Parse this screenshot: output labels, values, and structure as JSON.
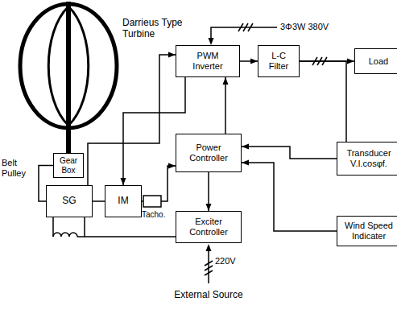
{
  "diagram": {
    "nodes": [
      {
        "text": [
          "Gear Box"
        ]
      },
      {
        "text": [
          "SG"
        ]
      },
      {
        "text": [
          "IM"
        ]
      },
      {
        "text": [
          "PWM Inverter"
        ]
      },
      {
        "text": [
          "L-C Filter"
        ]
      },
      {
        "text": [
          "Load"
        ]
      },
      {
        "text": [
          "Power Controller"
        ]
      },
      {
        "text": [
          "Transducer",
          "V.I.cosφf."
        ]
      },
      {
        "text": [
          "Exciter Controller"
        ]
      },
      {
        "text": [
          "Wind Speed Indicater"
        ]
      }
    ],
    "edges": [
      {
        "from": 0,
        "to": 1,
        "arrow": "none"
      },
      {
        "from": 1,
        "to": 2,
        "arrow": "none"
      },
      {
        "from": 1,
        "to": 3,
        "arrow": "to"
      },
      {
        "from": 3,
        "to": 2,
        "arrow": "to"
      },
      {
        "from": 3,
        "to": 4,
        "arrow": "to"
      },
      {
        "from": 4,
        "to": 5,
        "arrow": "to"
      },
      {
        "from": 4,
        "to": 7,
        "arrow": "none"
      },
      {
        "from": 7,
        "to": 6,
        "arrow": "to"
      },
      {
        "from": 6,
        "to": 3,
        "arrow": "to"
      },
      {
        "from": 2,
        "to": 6,
        "arrow": "to"
      },
      {
        "from": 9,
        "to": 6,
        "arrow": "to"
      },
      {
        "from": 6,
        "to": 8,
        "arrow": "to"
      },
      {
        "from": 8,
        "to": 1,
        "arrow": "none"
      }
    ],
    "labels": [
      "Darrieus Type Turbine",
      "3Φ3W 380V",
      "Belt Pulley",
      "Tacho.",
      "220V",
      "External Source"
    ]
  }
}
